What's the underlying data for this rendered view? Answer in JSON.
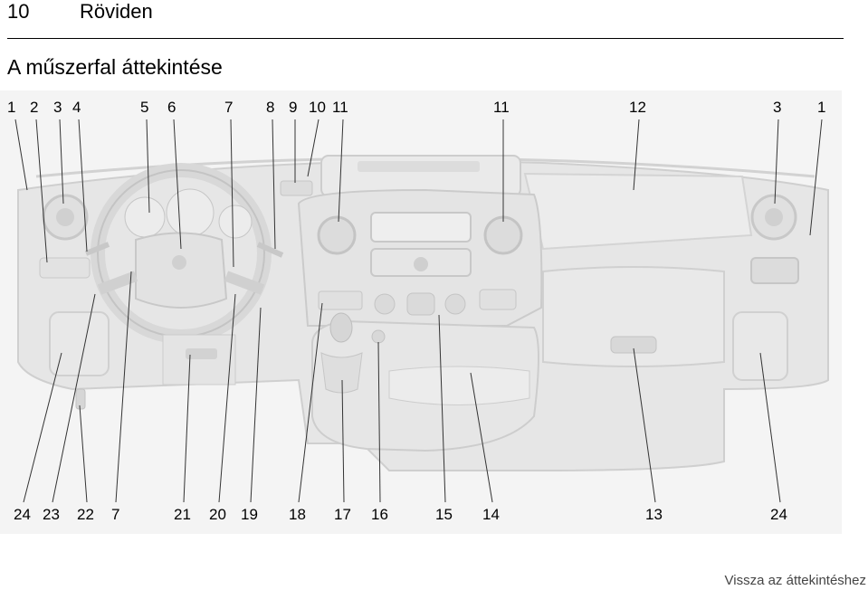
{
  "header": {
    "page_number": "10",
    "chapter": "Röviden"
  },
  "section_title": "A műszerfal áttekintése",
  "figure": {
    "callouts_top": [
      "1",
      "2",
      "3",
      "4",
      "5",
      "6",
      "7",
      "8",
      "9",
      "10",
      "11",
      "11",
      "12",
      "3",
      "1"
    ],
    "callouts_bottom": [
      "24",
      "23",
      "22",
      "7",
      "21",
      "20",
      "19",
      "18",
      "17",
      "16",
      "15",
      "14",
      "13",
      "24"
    ]
  },
  "footer": {
    "link_text": "Vissza az áttekintéshez"
  }
}
